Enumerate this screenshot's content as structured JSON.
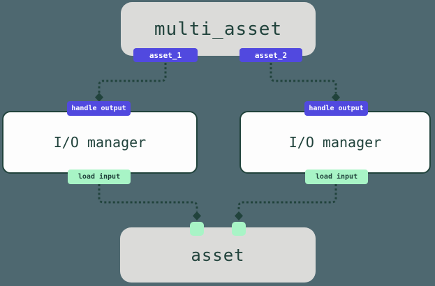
{
  "diagram": {
    "multi_asset_label": "multi_asset",
    "asset_outputs": [
      "asset_1",
      "asset_2"
    ],
    "io_managers": [
      {
        "label": "I/O manager",
        "handle_output_label": "handle output",
        "load_input_label": "load input"
      },
      {
        "label": "I/O manager",
        "handle_output_label": "handle output",
        "load_input_label": "load input"
      }
    ],
    "asset_label": "asset"
  },
  "colors": {
    "background": "#4E6870",
    "node-gray": "#DBDBD9",
    "node-white": "#FDFDFD",
    "ink-green": "#21433C",
    "badge-purple": "#5149DF",
    "badge-green": "#A8F4C6",
    "badge-text-light": "#FFFFFF"
  }
}
